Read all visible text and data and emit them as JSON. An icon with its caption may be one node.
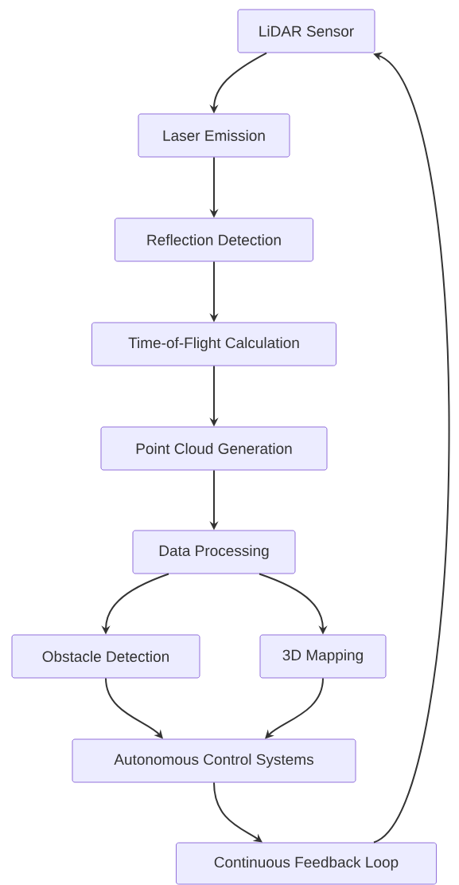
{
  "diagram": {
    "nodes": [
      {
        "text": [
          "LiDAR Sensor"
        ]
      },
      {
        "text": [
          "Laser Emission"
        ]
      },
      {
        "text": [
          "Reflection Detection"
        ]
      },
      {
        "text": [
          "Time-of-Flight Calculation"
        ]
      },
      {
        "text": [
          "Point Cloud Generation"
        ]
      },
      {
        "text": [
          "Data Processing"
        ]
      },
      {
        "text": [
          "Obstacle Detection"
        ]
      },
      {
        "text": [
          "3D Mapping"
        ]
      },
      {
        "text": [
          "Autonomous Control Systems"
        ]
      },
      {
        "text": [
          "Continuous Feedback Loop"
        ]
      }
    ],
    "edges": [
      {
        "from": 0,
        "to": 1,
        "arrow": "to"
      },
      {
        "from": 1,
        "to": 2,
        "arrow": "to"
      },
      {
        "from": 2,
        "to": 3,
        "arrow": "to"
      },
      {
        "from": 3,
        "to": 4,
        "arrow": "to"
      },
      {
        "from": 4,
        "to": 5,
        "arrow": "to"
      },
      {
        "from": 5,
        "to": 6,
        "arrow": "to"
      },
      {
        "from": 5,
        "to": 7,
        "arrow": "to"
      },
      {
        "from": 6,
        "to": 8,
        "arrow": "to"
      },
      {
        "from": 7,
        "to": 8,
        "arrow": "to"
      },
      {
        "from": 8,
        "to": 9,
        "arrow": "to"
      },
      {
        "from": 9,
        "to": 0,
        "arrow": "to"
      }
    ]
  }
}
